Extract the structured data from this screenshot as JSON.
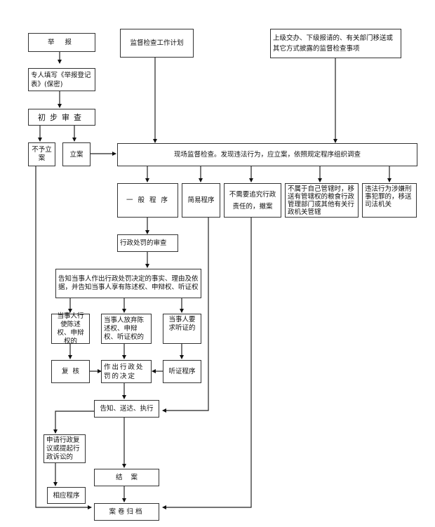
{
  "diagram": {
    "nodes": {
      "report": "举  报",
      "fill_form": "专人填写《举报登记表》(保密)",
      "prelim_review": "初步审查",
      "no_case": "不予立案",
      "file_case": "立案",
      "inspection_plan": "监督检查工作计划",
      "other_sources": "上级交办、下级报请的、有关部门移送或其它方式披露的监督检查事项",
      "onsite_inspection": "现场监督检查。发现违法行为，应立案，依照规定程序组织调查",
      "general_procedure": "一 般 程 序",
      "simple_procedure": "简易程序",
      "no_liability": "不需要追究行政责任的，撤案",
      "transfer_admin": "不属于自己管辖时，移送有管辖权的粮食行政管理部门或其他有关行政机关管辖",
      "transfer_judicial": "违法行为涉嫌刑事犯罪的，移送司法机关",
      "penalty_review": "行政处罚的审查",
      "notify_party": "告知当事人作出行政处罚决定的事实、理由及依据，并告知当事人享有陈述权、申辩权、听证权",
      "exercise_rights": "当事人行使陈述权、申辩权的",
      "waive_rights": "当事人放弃陈述权、申辩权、听证权的",
      "request_hearing": "当事人要求听证的",
      "recheck": "复  核",
      "make_decision": "作出行政处罚的决定",
      "hearing_procedure": "听证程序",
      "notify_deliver_execute": "告知、送达、执行",
      "appeal": "申请行政复议或提起行政诉讼的",
      "corresponding_procedure": "相应程序",
      "close_case": "结    案",
      "archive": "案卷归档"
    }
  }
}
